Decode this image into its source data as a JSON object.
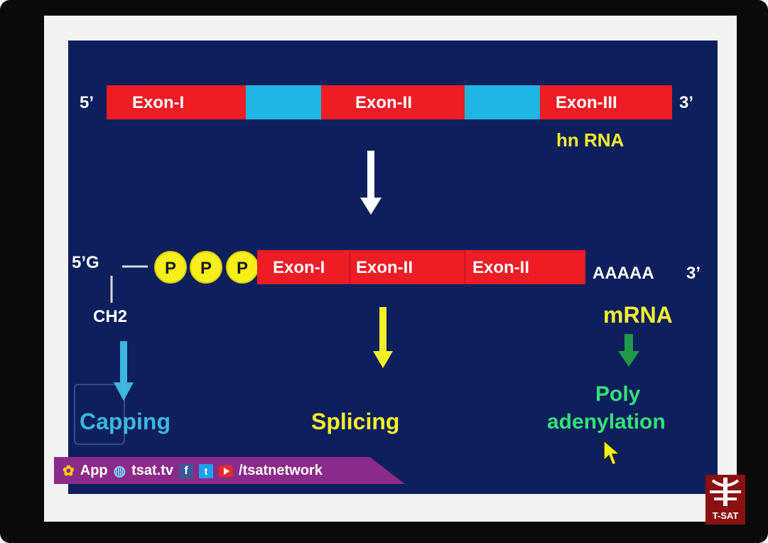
{
  "slide": {
    "hnrna": {
      "five_prime": "5’",
      "three_prime": "3’",
      "exons": [
        "Exon-I",
        "Exon-II",
        "Exon-III"
      ],
      "label": "hn RNA"
    },
    "mrna": {
      "five_prime": "5’G",
      "cap_group": "CH2",
      "phosphates": [
        "P",
        "P",
        "P"
      ],
      "exons": [
        "Exon-I",
        "Exon-II",
        "Exon-II"
      ],
      "poly_a": "AAAAA",
      "three_prime": "3’",
      "label": "mRNA"
    },
    "processes": {
      "capping": "Capping",
      "splicing": "Splicing",
      "poly_line1": "Poly",
      "poly_line2": "adenylation"
    }
  },
  "banner": {
    "app": "App",
    "site": "tsat.tv",
    "handle": "/tsatnetwork"
  },
  "logo": {
    "text": "T-SAT"
  },
  "colors": {
    "slide_bg": "#0d1f5c",
    "exon_red": "#ee1c25",
    "intron_blue": "#20b6e4",
    "phosphate_yellow": "#f7ee1a",
    "label_yellow": "#f5ef2a",
    "label_green": "#35e07a",
    "label_cyan": "#3ab7e0",
    "banner_purple": "#8c2a8a"
  }
}
